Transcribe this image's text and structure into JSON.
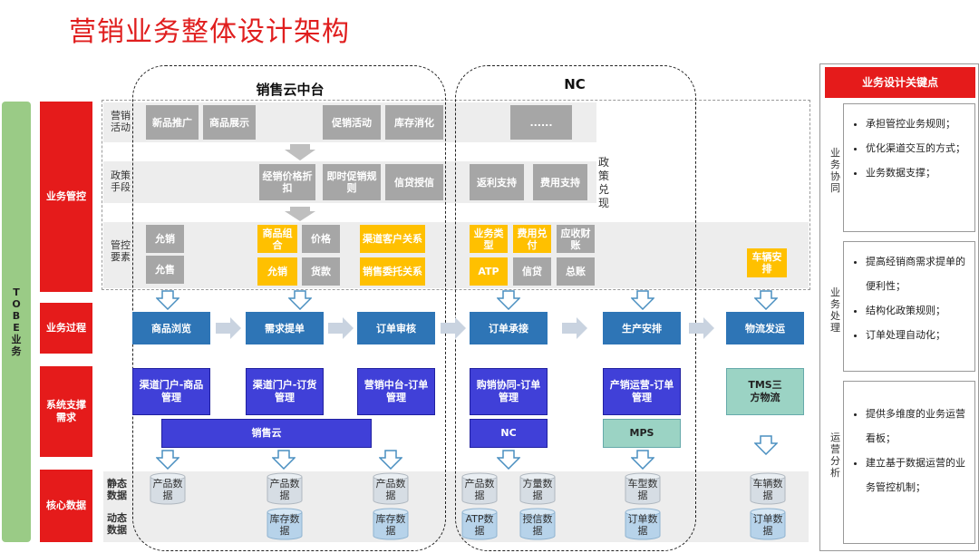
{
  "title": "营销业务整体设计架构",
  "tobe_label": "TOBE业务",
  "left_labels": {
    "mgmt": "业务管控",
    "process": "业务过程",
    "system": "系统支撑需求",
    "core": "核心数据"
  },
  "panel_titles": {
    "sales_cloud": "销售云中台",
    "nc": "NC"
  },
  "row_labels": {
    "activity": "营销活动",
    "policy": "政策手段",
    "control": "管控要素",
    "policy_redeem": "政策兑现",
    "static_data": "静态数据",
    "dynamic_data": "动态数据"
  },
  "activity_boxes": [
    "新品推广",
    "商品展示",
    "促销活动",
    "库存消化",
    "......"
  ],
  "policy_boxes": [
    "经销价格折扣",
    "即时促销规则",
    "信贷授信",
    "返利支持",
    "费用支持"
  ],
  "control_grey": [
    "允销",
    "允售",
    "价格",
    "货款",
    "信贷",
    "应收财账",
    "总账"
  ],
  "control_yellow": [
    "商品组合",
    "允销",
    "渠道客户关系",
    "销售委托关系",
    "业务类型",
    "费用兑付",
    "ATP",
    "车辆安排"
  ],
  "process_boxes": [
    "商品浏览",
    "需求提单",
    "订单审核",
    "订单承接",
    "生产安排",
    "物流发运"
  ],
  "system_boxes": [
    "渠道门户-商品管理",
    "渠道门户-订货管理",
    "营销中台-订单管理",
    "购销协同-订单管理",
    "产销运营-订单管理",
    "TMS三方物流"
  ],
  "system_wide": {
    "sales_cloud": "销售云",
    "nc": "NC",
    "mps": "MPS"
  },
  "static_data": [
    "产品数据",
    "产品数据",
    "产品数据",
    "产品数据",
    "方量数据",
    "车型数据",
    "车辆数据"
  ],
  "dynamic_data": [
    "库存数据",
    "库存数据",
    "ATP数据",
    "授信数据",
    "订单数据",
    "订单数据"
  ],
  "right_panel": {
    "header": "业务设计关键点",
    "sections": [
      {
        "label": "业务协同",
        "items": [
          "承担管控业务规则；",
          "优化渠道交互的方式；",
          "业务数据支撑；"
        ]
      },
      {
        "label": "业务处理",
        "items": [
          "提高经销商需求提单的便利性；",
          "结构化政策规则；",
          "订单处理自动化；"
        ]
      },
      {
        "label": "运营分析",
        "items": [
          "提供多维度的业务运营看板；",
          "建立基于数据运营的业务管控机制；"
        ]
      }
    ]
  },
  "colors": {
    "red": "#e51b1b",
    "green": "#9acb86",
    "blue": "#2e75b6",
    "purple": "#4040d8",
    "yellow": "#ffc000",
    "grey": "#a6a6a6",
    "teal": "#9bd3c4"
  }
}
